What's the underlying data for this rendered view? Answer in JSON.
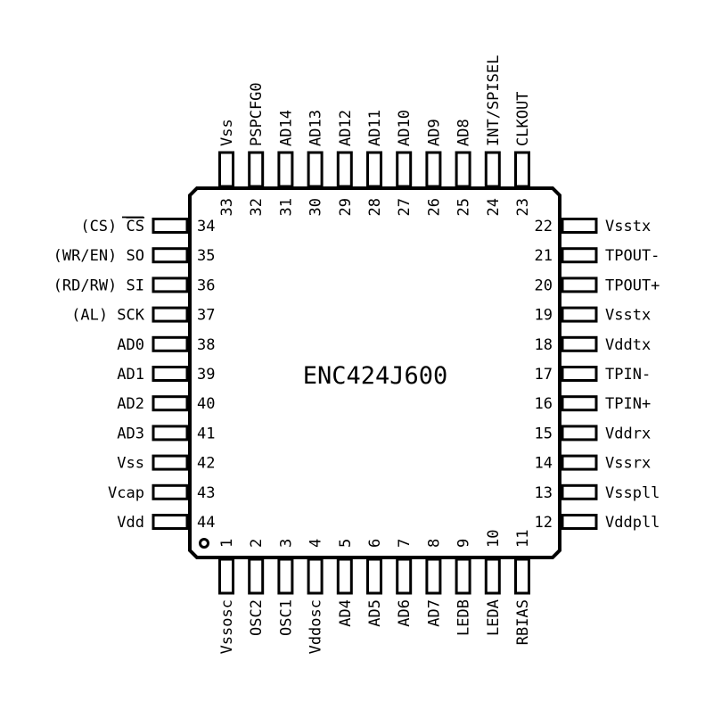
{
  "chip": {
    "name": "ENC424J600",
    "colors": {
      "outline": "#000000",
      "background": "#ffffff"
    },
    "pins": {
      "left": [
        {
          "num": "34",
          "label": "(CS) ",
          "overbar": "CS"
        },
        {
          "num": "35",
          "label": "(WR/EN) SO"
        },
        {
          "num": "36",
          "label": "(RD/RW) SI"
        },
        {
          "num": "37",
          "label": "(AL) SCK"
        },
        {
          "num": "38",
          "label": "AD0"
        },
        {
          "num": "39",
          "label": "AD1"
        },
        {
          "num": "40",
          "label": "AD2"
        },
        {
          "num": "41",
          "label": "AD3"
        },
        {
          "num": "42",
          "label": "Vss"
        },
        {
          "num": "43",
          "label": "Vcap"
        },
        {
          "num": "44",
          "label": "Vdd"
        }
      ],
      "right": [
        {
          "num": "22",
          "label": "Vsstx"
        },
        {
          "num": "21",
          "label": "TPOUT-"
        },
        {
          "num": "20",
          "label": "TPOUT+"
        },
        {
          "num": "19",
          "label": "Vsstx"
        },
        {
          "num": "18",
          "label": "Vddtx"
        },
        {
          "num": "17",
          "label": "TPIN-"
        },
        {
          "num": "16",
          "label": "TPIN+"
        },
        {
          "num": "15",
          "label": "Vddrx"
        },
        {
          "num": "14",
          "label": "Vssrx"
        },
        {
          "num": "13",
          "label": "Vsspll"
        },
        {
          "num": "12",
          "label": "Vddpll"
        }
      ],
      "top": [
        {
          "num": "33",
          "label": "Vss"
        },
        {
          "num": "32",
          "label": "PSPCFG0"
        },
        {
          "num": "31",
          "label": "AD14"
        },
        {
          "num": "30",
          "label": "AD13"
        },
        {
          "num": "29",
          "label": "AD12"
        },
        {
          "num": "28",
          "label": "AD11"
        },
        {
          "num": "27",
          "label": "AD10"
        },
        {
          "num": "26",
          "label": "AD9"
        },
        {
          "num": "25",
          "label": "AD8"
        },
        {
          "num": "24",
          "label": "INT/SPISEL"
        },
        {
          "num": "23",
          "label": "CLKOUT"
        }
      ],
      "bottom": [
        {
          "num": "1",
          "label": "Vssosc"
        },
        {
          "num": "2",
          "label": "OSC2"
        },
        {
          "num": "3",
          "label": "OSC1"
        },
        {
          "num": "4",
          "label": "Vddosc"
        },
        {
          "num": "5",
          "label": "AD4"
        },
        {
          "num": "6",
          "label": "AD5"
        },
        {
          "num": "7",
          "label": "AD6"
        },
        {
          "num": "8",
          "label": "AD7"
        },
        {
          "num": "9",
          "label": "LEDB"
        },
        {
          "num": "10",
          "label": "LEDA"
        },
        {
          "num": "11",
          "label": "RBIAS"
        }
      ]
    }
  }
}
